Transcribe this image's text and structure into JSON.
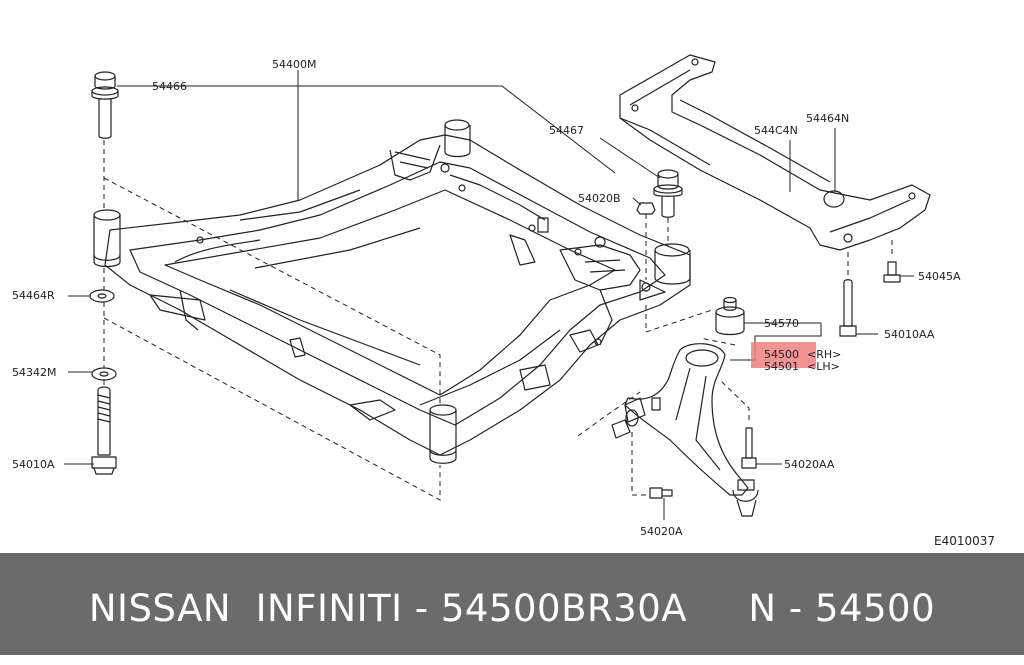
{
  "diagram": {
    "labels": {
      "l54400M": "54400M",
      "l54466": "54466",
      "l54467": "54467",
      "l54020B": "54020B",
      "l544C4N": "544C4N",
      "l54464N": "54464N",
      "l54045A": "54045A",
      "l54464R": "54464R",
      "l54342M": "54342M",
      "l54010A": "54010A",
      "l54570": "54570",
      "l54010AA": "54010AA",
      "l54500": "54500",
      "l54500_rh": "<RH>",
      "l54501": "54501",
      "l54501_lh": "<LH>",
      "l54020AA": "54020AA",
      "l54020A": "54020A",
      "figure_code": "E4010037"
    },
    "highlight_color": "#f08080"
  },
  "footer": {
    "text": "NISSAN  INFINITI - 54500BR30A     N - 54500",
    "background": "#6b6b6b"
  }
}
